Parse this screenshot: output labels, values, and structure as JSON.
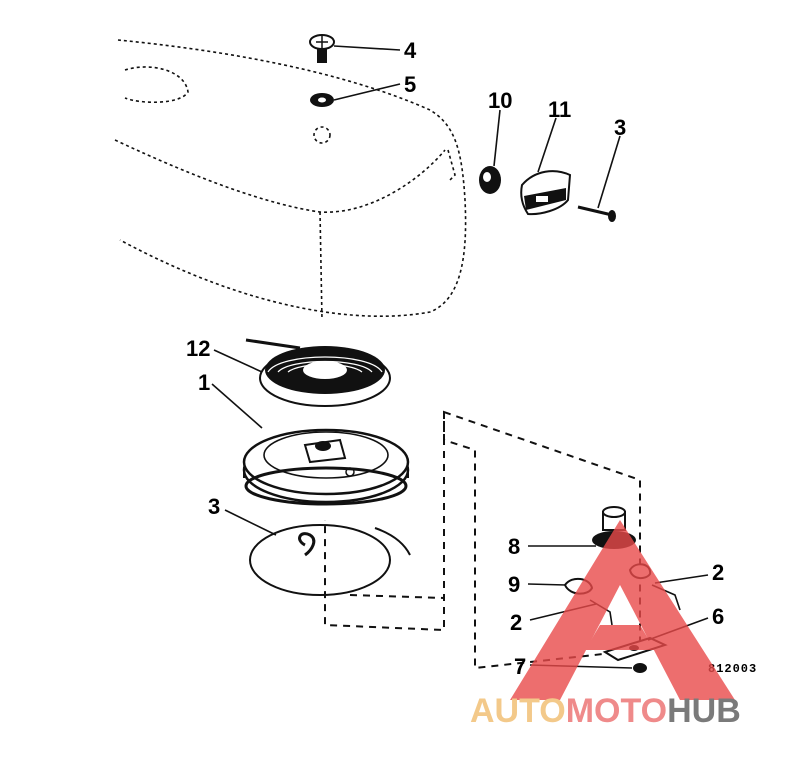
{
  "diagram": {
    "callouts": [
      "4",
      "5",
      "10",
      "11",
      "3",
      "12",
      "1",
      "3",
      "8",
      "2",
      "9",
      "2",
      "6",
      "7"
    ],
    "drawing_code": "812003"
  },
  "watermark": {
    "text_part1": "AUTO",
    "text_part2": "MOTO",
    "text_part3": "HUB",
    "colors": {
      "auto": "#f3c98a",
      "moto": "#ef8a8a",
      "hub": "#7a7a7a",
      "triangle": "#e94a4a"
    }
  }
}
